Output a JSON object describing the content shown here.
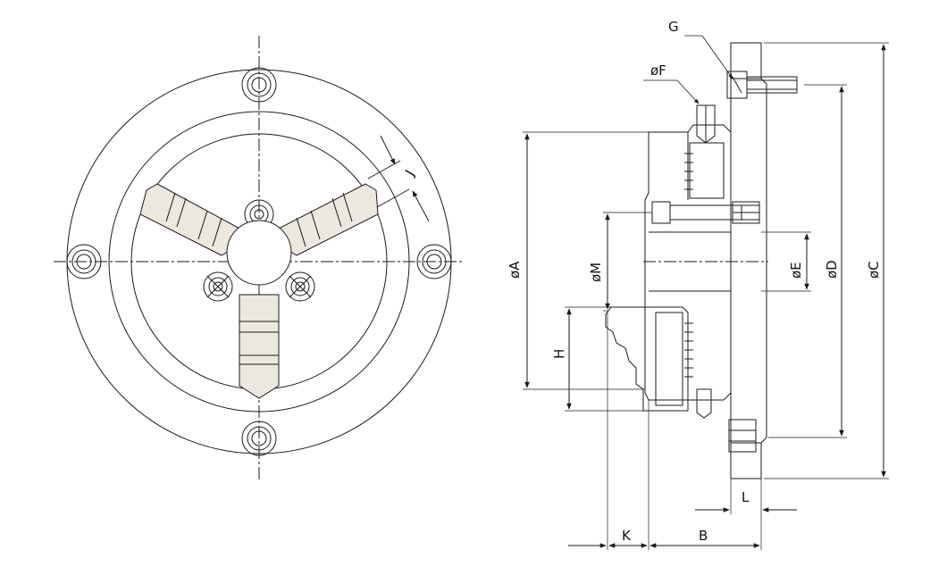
{
  "labels": {
    "G": "G",
    "F": "øF",
    "J": "J",
    "A": "øA",
    "M": "øM",
    "E": "øE",
    "D": "øD",
    "C": "øC",
    "H": "H",
    "K": "K",
    "B": "B",
    "L": "L"
  },
  "colors": {
    "line": "#1a1a1a",
    "jaw_fill": "#ece8e0",
    "background": "#ffffff"
  }
}
